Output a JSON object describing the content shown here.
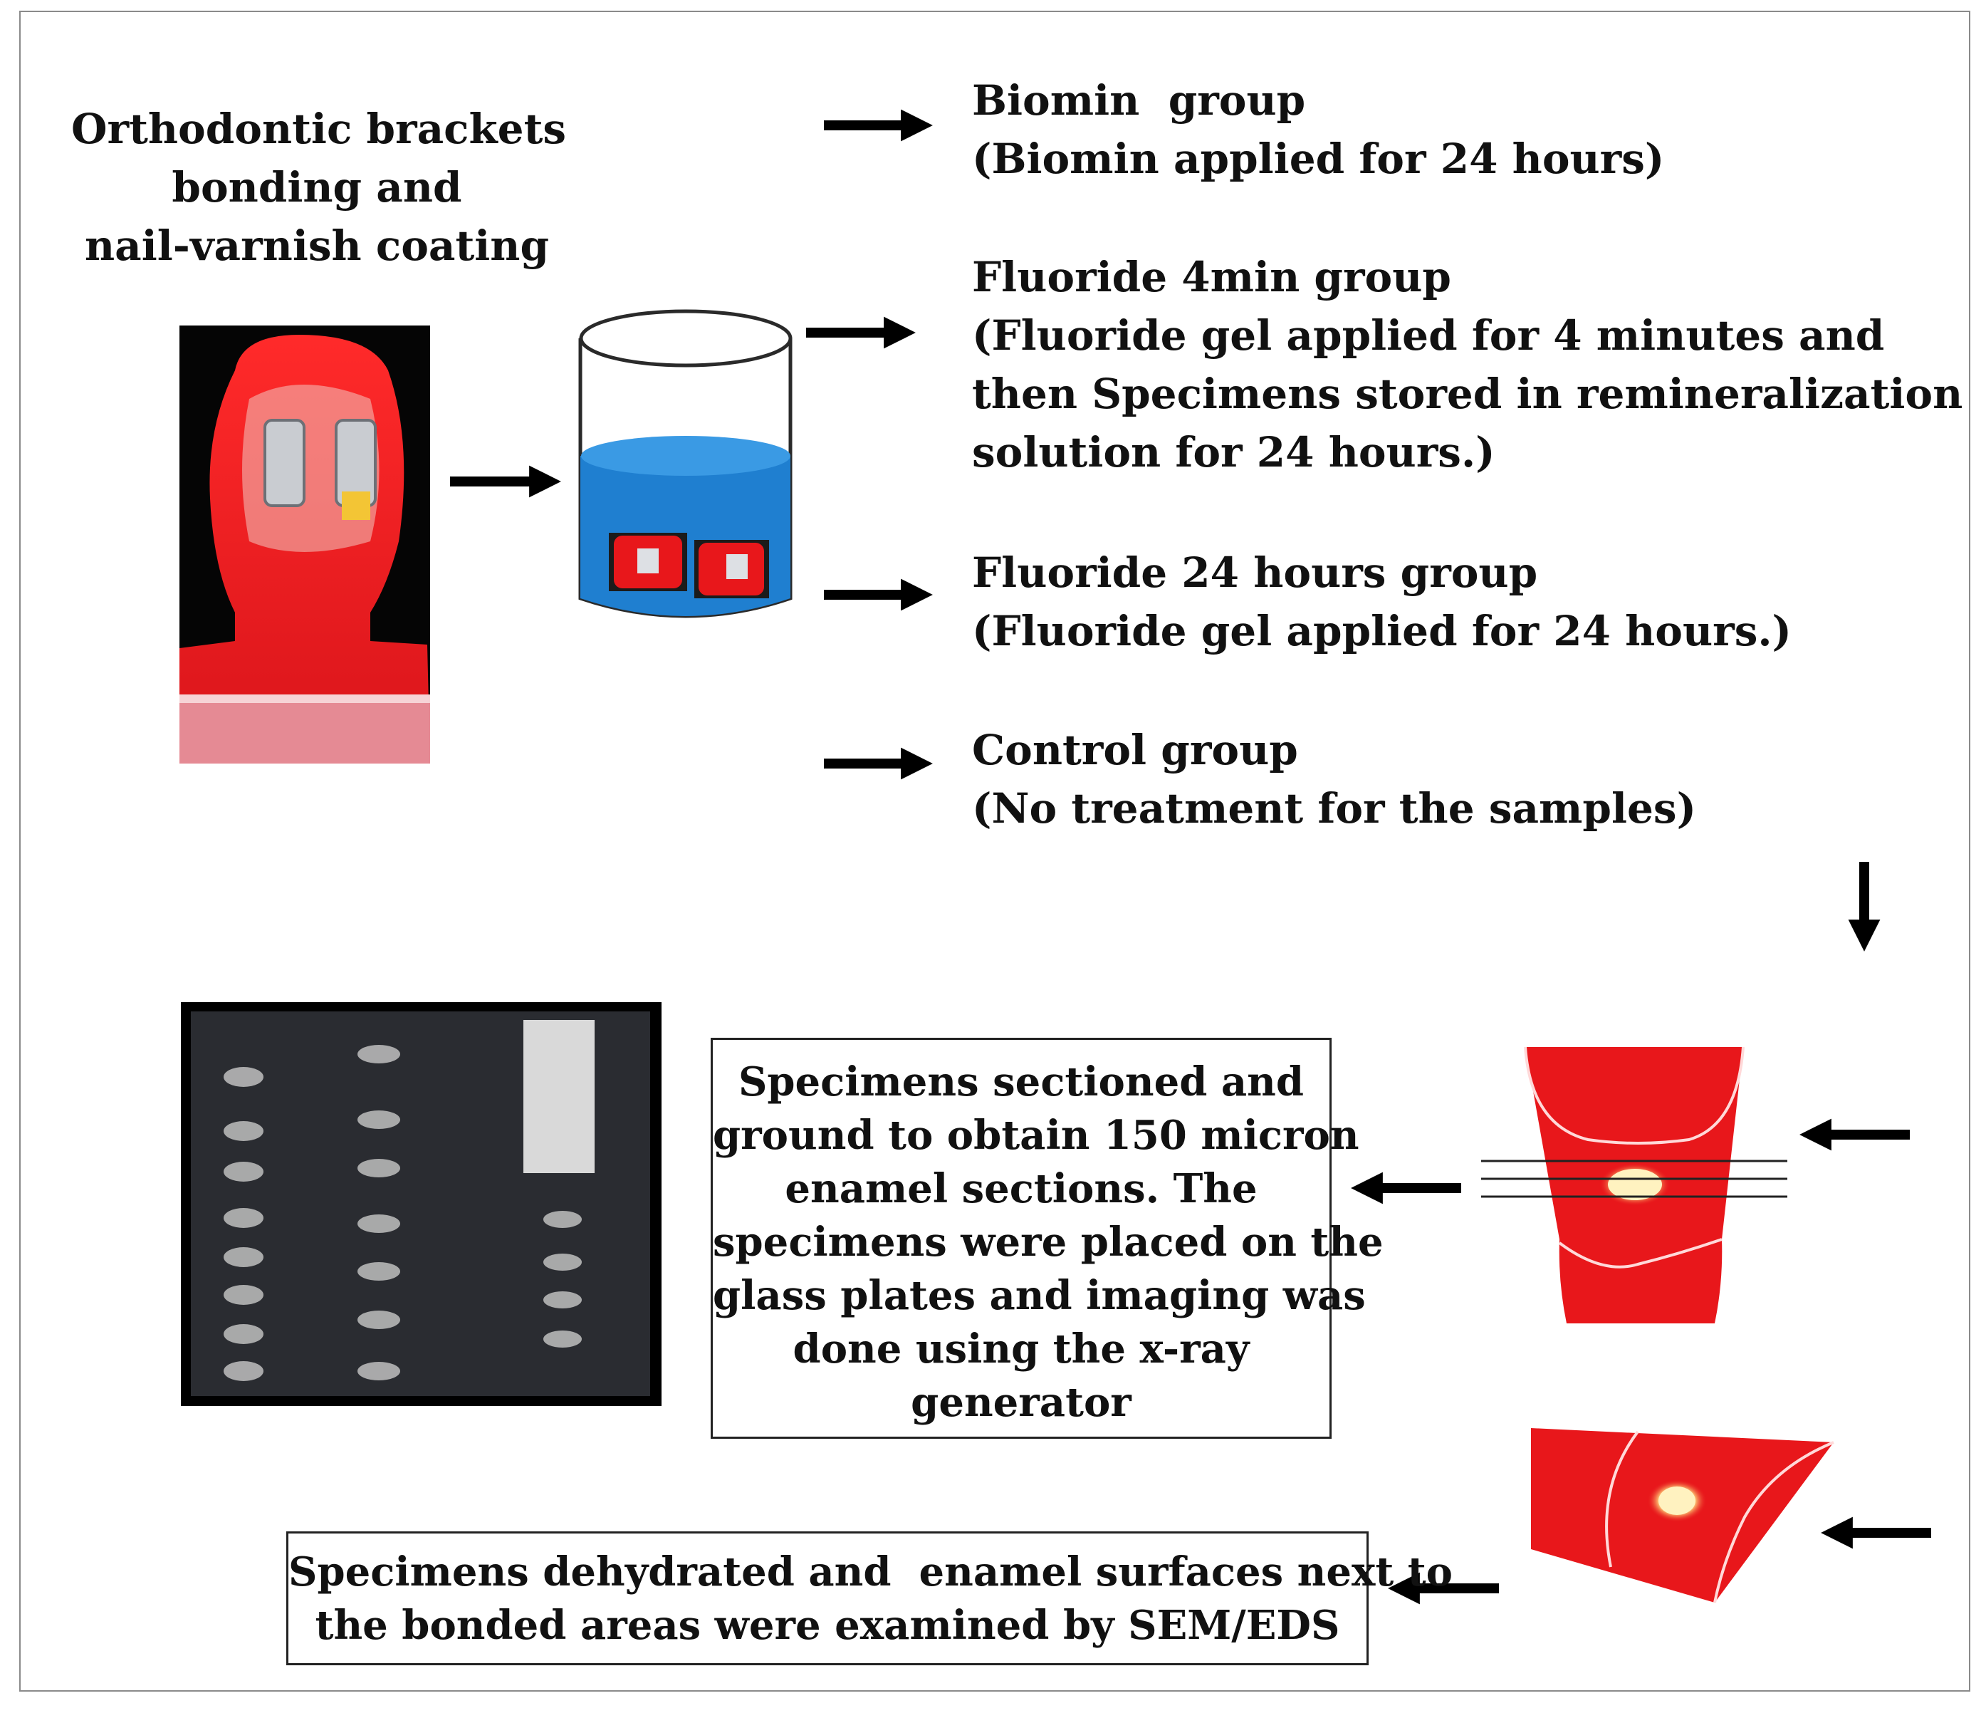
{
  "start": {
    "lines": [
      "Orthodontic brackets",
      "bonding and",
      "nail-varnish coating"
    ]
  },
  "groups": [
    {
      "name": "Biomin  group",
      "detail": [
        "(Biomin applied for 24 hours)"
      ]
    },
    {
      "name": "Fluoride 4min group",
      "detail": [
        "(Fluoride gel applied for 4 minutes and",
        "then Specimens stored in remineralization",
        "solution for 24 hours.)"
      ]
    },
    {
      "name": "Fluoride 24 hours group",
      "detail": [
        "(Fluoride gel applied for 24 hours.)"
      ]
    },
    {
      "name": "Control group",
      "detail": [
        "(No treatment for the samples)"
      ]
    }
  ],
  "section_box": {
    "lines": [
      "Specimens sectioned and",
      "ground to obtain 150 micron",
      "enamel sections.  The",
      "specimens were placed on the",
      "glass plates and imaging was",
      "done using the x-ray",
      "generator"
    ]
  },
  "sem_box": {
    "lines": [
      "Specimens dehydrated and  enamel surfaces next to",
      "the bonded areas were examined by SEM/EDS"
    ]
  },
  "colors": {
    "tooth_red": "#e8171b",
    "solution_blue": "#1f7fd0",
    "plate_dark": "#1e1f22",
    "arrow": "#000000"
  },
  "icons": [
    "arrow-right-icon",
    "arrow-left-icon",
    "arrow-down-icon",
    "beaker-icon",
    "tooth-section-icon",
    "enamel-slice-icon",
    "glass-plate-image"
  ]
}
